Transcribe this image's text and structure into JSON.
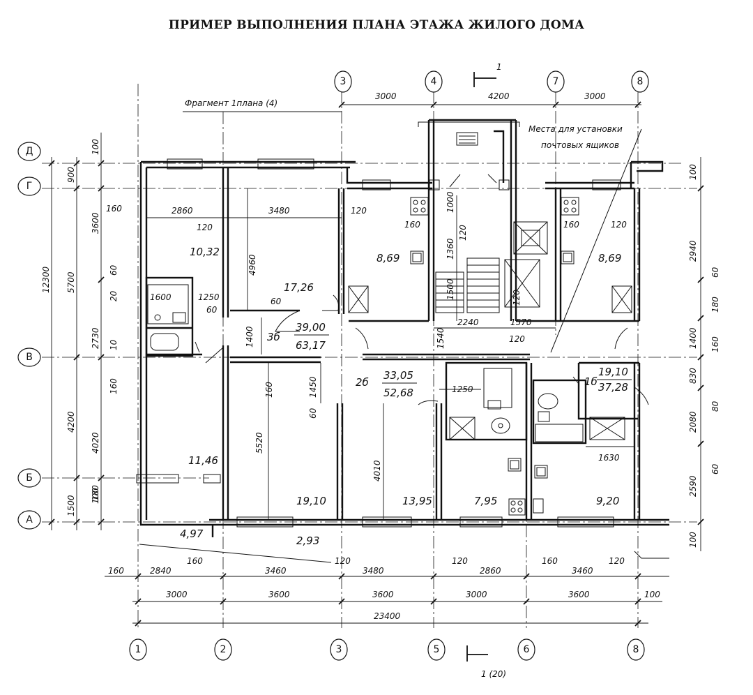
{
  "title": "ПРИМЕР ВЫПОЛНЕНИЯ ПЛАНА ЭТАЖА ЖИЛОГО ДОМА",
  "fragment_label": "Фрагмент 1плана (4)",
  "mailbox_note": [
    "Места для установки",
    "почтовых ящиков"
  ],
  "section_marks": {
    "top": "1",
    "bottom": "1 (20)"
  },
  "axes": {
    "top": [
      "3",
      "4",
      "7",
      "8"
    ],
    "bottom": [
      "1",
      "2",
      "3",
      "5",
      "6",
      "8"
    ],
    "left": [
      "Д",
      "Г",
      "В",
      "Б",
      "А"
    ]
  },
  "top_dims": [
    "3000",
    "4200",
    "3000"
  ],
  "bottom_dims": {
    "row1": [
      "160",
      "2840",
      "160",
      "3460",
      "120",
      "3480",
      "120",
      "2860",
      "160",
      "3460",
      "120"
    ],
    "row2": [
      "3000",
      "3600",
      "3600",
      "3000",
      "3600",
      "100"
    ],
    "total": "23400"
  },
  "left_dims": {
    "outer": [
      "12300"
    ],
    "mid": [
      "900",
      "5700",
      "4200",
      "1500"
    ],
    "inner": [
      "100",
      "3600",
      "2730",
      "4020",
      "100"
    ],
    "small": [
      "160",
      "60",
      "20",
      "10",
      "160",
      "180"
    ]
  },
  "right_dims": [
    "100",
    "2940",
    "60",
    "180",
    "1400",
    "160",
    "830",
    "80",
    "2080",
    "60",
    "2590",
    "100"
  ],
  "interior_dims": [
    "2860",
    "3480",
    "120",
    "120",
    "10,32",
    "4960",
    "1250",
    "1600",
    "60",
    "60",
    "1400",
    "160",
    "1450",
    "60",
    "5520",
    "4010",
    "1000",
    "1360",
    "120",
    "1500",
    "2240",
    "1570",
    "120",
    "1540",
    "120",
    "160",
    "160",
    "120",
    "1250",
    "1630",
    "11,46"
  ],
  "room_areas": {
    "room_17_26": "17,26",
    "kitchen_left": "8,69",
    "kitchen_right": "8,69",
    "room_11_46": "11,46",
    "room_19_10_bottom": "19,10",
    "room_13_95": "13,95",
    "room_7_95": "7,95",
    "room_9_20": "9,20",
    "room_4_97": "4,97",
    "room_2_93": "2,93"
  },
  "apartments": [
    {
      "label": "3б",
      "living": "39,00",
      "total": "63,17"
    },
    {
      "label": "2б",
      "living": "33,05",
      "total": "52,68"
    },
    {
      "label": "1б",
      "living": "19,10",
      "total": "37,28"
    }
  ]
}
